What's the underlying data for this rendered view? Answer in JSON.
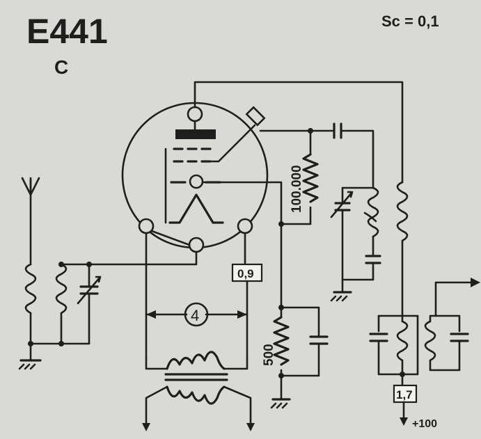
{
  "tube": {
    "type": "E441",
    "variant": "C",
    "slope": "Sc = 0,1",
    "grid_bias": "0,9",
    "heater": "4"
  },
  "components": {
    "plate_resistor": "100.000",
    "cathode_resistor": "500",
    "output_bias": "1,7",
    "supply": "+100"
  },
  "colors": {
    "ink": "#1e1e1e",
    "paper": "#d9d9d6"
  }
}
